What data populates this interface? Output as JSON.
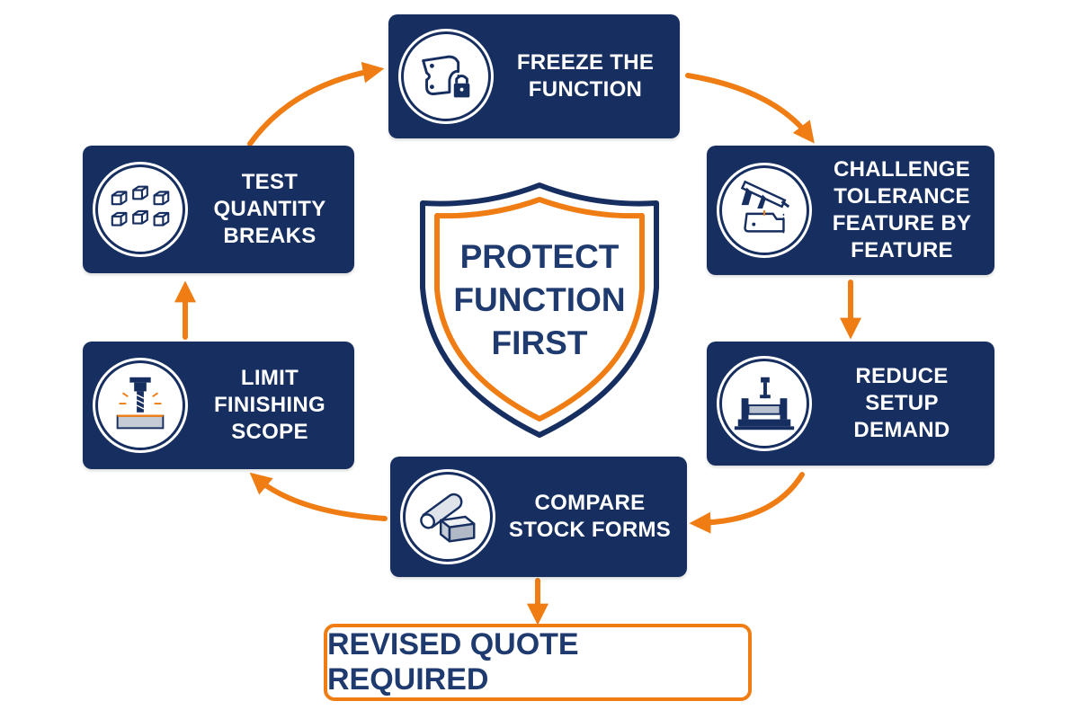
{
  "center": {
    "lines": [
      "PROTECT",
      "FUNCTION",
      "FIRST"
    ]
  },
  "steps": [
    {
      "label": "FREEZE THE FUNCTION",
      "icon": "locked-part-icon"
    },
    {
      "label": "CHALLENGE TOLERANCE FEATURE BY FEATURE",
      "icon": "caliper-icon"
    },
    {
      "label": "REDUCE SETUP DEMAND",
      "icon": "vise-fixture-icon"
    },
    {
      "label": "COMPARE STOCK FORMS",
      "icon": "bar-and-block-stock-icon"
    },
    {
      "label": "LIMIT FINISHING SCOPE",
      "icon": "end-mill-icon"
    },
    {
      "label": "TEST QUANTITY BREAKS",
      "icon": "cubes-icon"
    }
  ],
  "result": {
    "label": "REVISED QUOTE REQUIRED"
  },
  "colors": {
    "navy": "#172f60",
    "orange": "#ef7d14",
    "text_navy": "#1e3a6e",
    "white": "#ffffff"
  }
}
